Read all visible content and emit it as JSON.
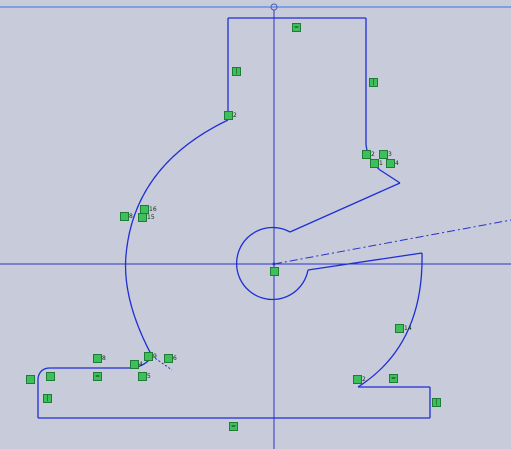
{
  "app": {
    "title": "Sketch editor"
  },
  "colors": {
    "background": "#c8cbd9",
    "sketch_line": "#1f2fd6",
    "axis_line": "#2a35c8",
    "relation_fill": "#3fbf5b",
    "relation_border": "#1e7d34",
    "top_bar": "#7fa0e0"
  },
  "sketch": {
    "relations": [
      {
        "id": "r1",
        "kind": "equal",
        "label": ""
      },
      {
        "id": "r2",
        "kind": "vertical",
        "label": ""
      },
      {
        "id": "r3",
        "kind": "vertical",
        "label": ""
      },
      {
        "id": "r4",
        "kind": "tangent",
        "label": "2"
      },
      {
        "id": "r5",
        "kind": "tangent",
        "label": "2"
      },
      {
        "id": "r6",
        "kind": "tangent",
        "label": "3"
      },
      {
        "id": "r7",
        "kind": "concentric",
        "label": "1"
      },
      {
        "id": "r8",
        "kind": "tangent",
        "label": "4"
      },
      {
        "id": "r9",
        "kind": "tangent",
        "label": "8"
      },
      {
        "id": "r10",
        "kind": "concentric",
        "label": "16"
      },
      {
        "id": "r11",
        "kind": "concentric",
        "label": "15"
      },
      {
        "id": "r12",
        "kind": "coincident",
        "label": ""
      },
      {
        "id": "r13",
        "kind": "concentric",
        "label": "14"
      },
      {
        "id": "r14",
        "kind": "tangent",
        "label": "2"
      },
      {
        "id": "r15",
        "kind": "equal",
        "label": ""
      },
      {
        "id": "r16",
        "kind": "vertical",
        "label": ""
      },
      {
        "id": "r17",
        "kind": "equal",
        "label": ""
      },
      {
        "id": "r18",
        "kind": "vertical",
        "label": ""
      },
      {
        "id": "r19",
        "kind": "tangent",
        "label": "8"
      },
      {
        "id": "r20",
        "kind": "tangent",
        "label": "4"
      },
      {
        "id": "r21",
        "kind": "tangent",
        "label": "6"
      },
      {
        "id": "r22",
        "kind": "concentric",
        "label": "9"
      },
      {
        "id": "r23",
        "kind": "equal",
        "label": ""
      },
      {
        "id": "r24",
        "kind": "concentric",
        "label": "5"
      },
      {
        "id": "r25",
        "kind": "concentric",
        "label": ""
      },
      {
        "id": "r26",
        "kind": "coincident",
        "label": ""
      }
    ]
  }
}
